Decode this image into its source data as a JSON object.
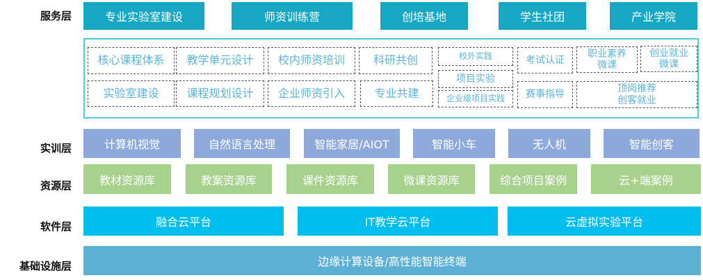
{
  "layers": {
    "service": {
      "label": "服务层",
      "items": [
        "专业实验室建设",
        "师资训练营",
        "创培基地",
        "学生社团",
        "产业学院"
      ]
    },
    "details": [
      "核心课程体系",
      "教学单元设计",
      "校内师资培训",
      "科研共创",
      "校外实践",
      "考试认证",
      "职业素养\n微课",
      "创业就业\n微课",
      "实验室建设",
      "课程规划设计",
      "企业师资引入",
      "专业共建",
      "项目实验",
      "企业级项目实践",
      "赛事指导",
      "顶岗推荐\n创客就业"
    ],
    "training": {
      "label": "实训层",
      "items": [
        "计算机视觉",
        "自然语言处理",
        "智能家居/AIOT",
        "智能小车",
        "无人机",
        "智能创客"
      ]
    },
    "resource": {
      "label": "资源层",
      "items": [
        "教材资源库",
        "教案资源库",
        "课件资源库",
        "微课资源库",
        "综合项目案例",
        "云+端案例"
      ]
    },
    "software": {
      "label": "软件层",
      "items": [
        "融合云平台",
        "IT教学云平台",
        "云虚拟实验平台"
      ]
    },
    "infrastructure": {
      "label": "基础设施层",
      "items": [
        "边缘计算设备/高性能智能终端"
      ]
    }
  },
  "colors": {
    "service": "#16a7c4",
    "training": "#8eaadc",
    "resource": "#a9d18e",
    "software": "#00bdee",
    "infrastructure": "#5bb0d4"
  }
}
